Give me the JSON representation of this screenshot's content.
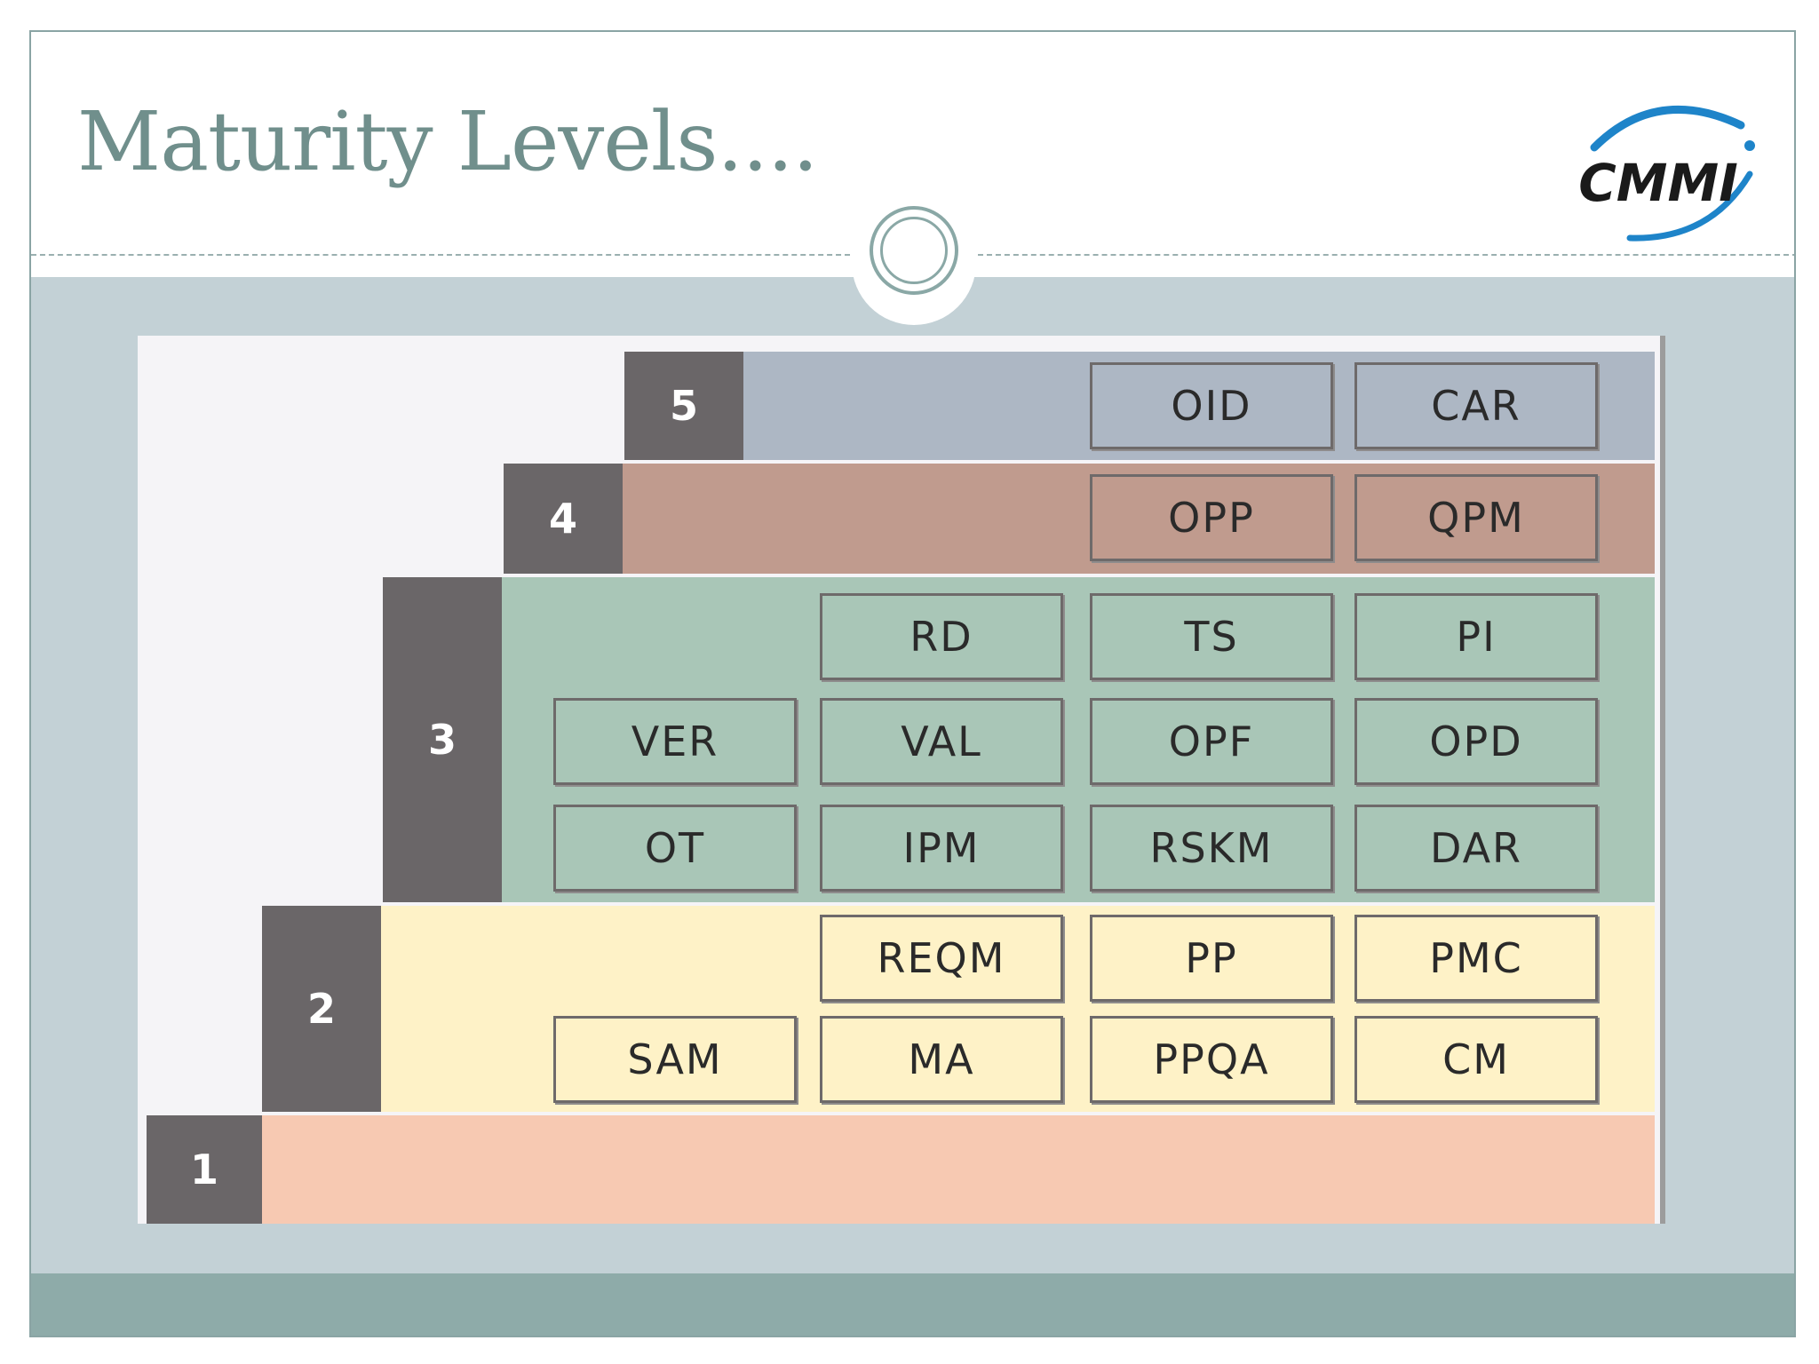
{
  "slide": {
    "title": "Maturity Levels....",
    "logo_text": "CMMI",
    "logo_icon": "cmmi-swoosh-logo"
  },
  "colors": {
    "title": "#708f8c",
    "band": "#c3d1d6",
    "footer": "#8eaba9",
    "level_label_bg": "#6a6668",
    "level5": "#adb7c4",
    "level4": "#c09b8e",
    "level3": "#a9c6b7",
    "level2": "#fef2c7",
    "level1": "#f7c9b2"
  },
  "diagram": {
    "levels": [
      {
        "number": "5",
        "process_areas": [
          "OID",
          "CAR"
        ]
      },
      {
        "number": "4",
        "process_areas": [
          "OPP",
          "QPM"
        ]
      },
      {
        "number": "3",
        "process_areas": [
          "RD",
          "TS",
          "PI",
          "VER",
          "VAL",
          "OPF",
          "OPD",
          "OT",
          "IPM",
          "RSKM",
          "DAR"
        ]
      },
      {
        "number": "2",
        "process_areas": [
          "REQM",
          "PP",
          "PMC",
          "SAM",
          "MA",
          "PPQA",
          "CM"
        ]
      },
      {
        "number": "1",
        "process_areas": []
      }
    ]
  }
}
